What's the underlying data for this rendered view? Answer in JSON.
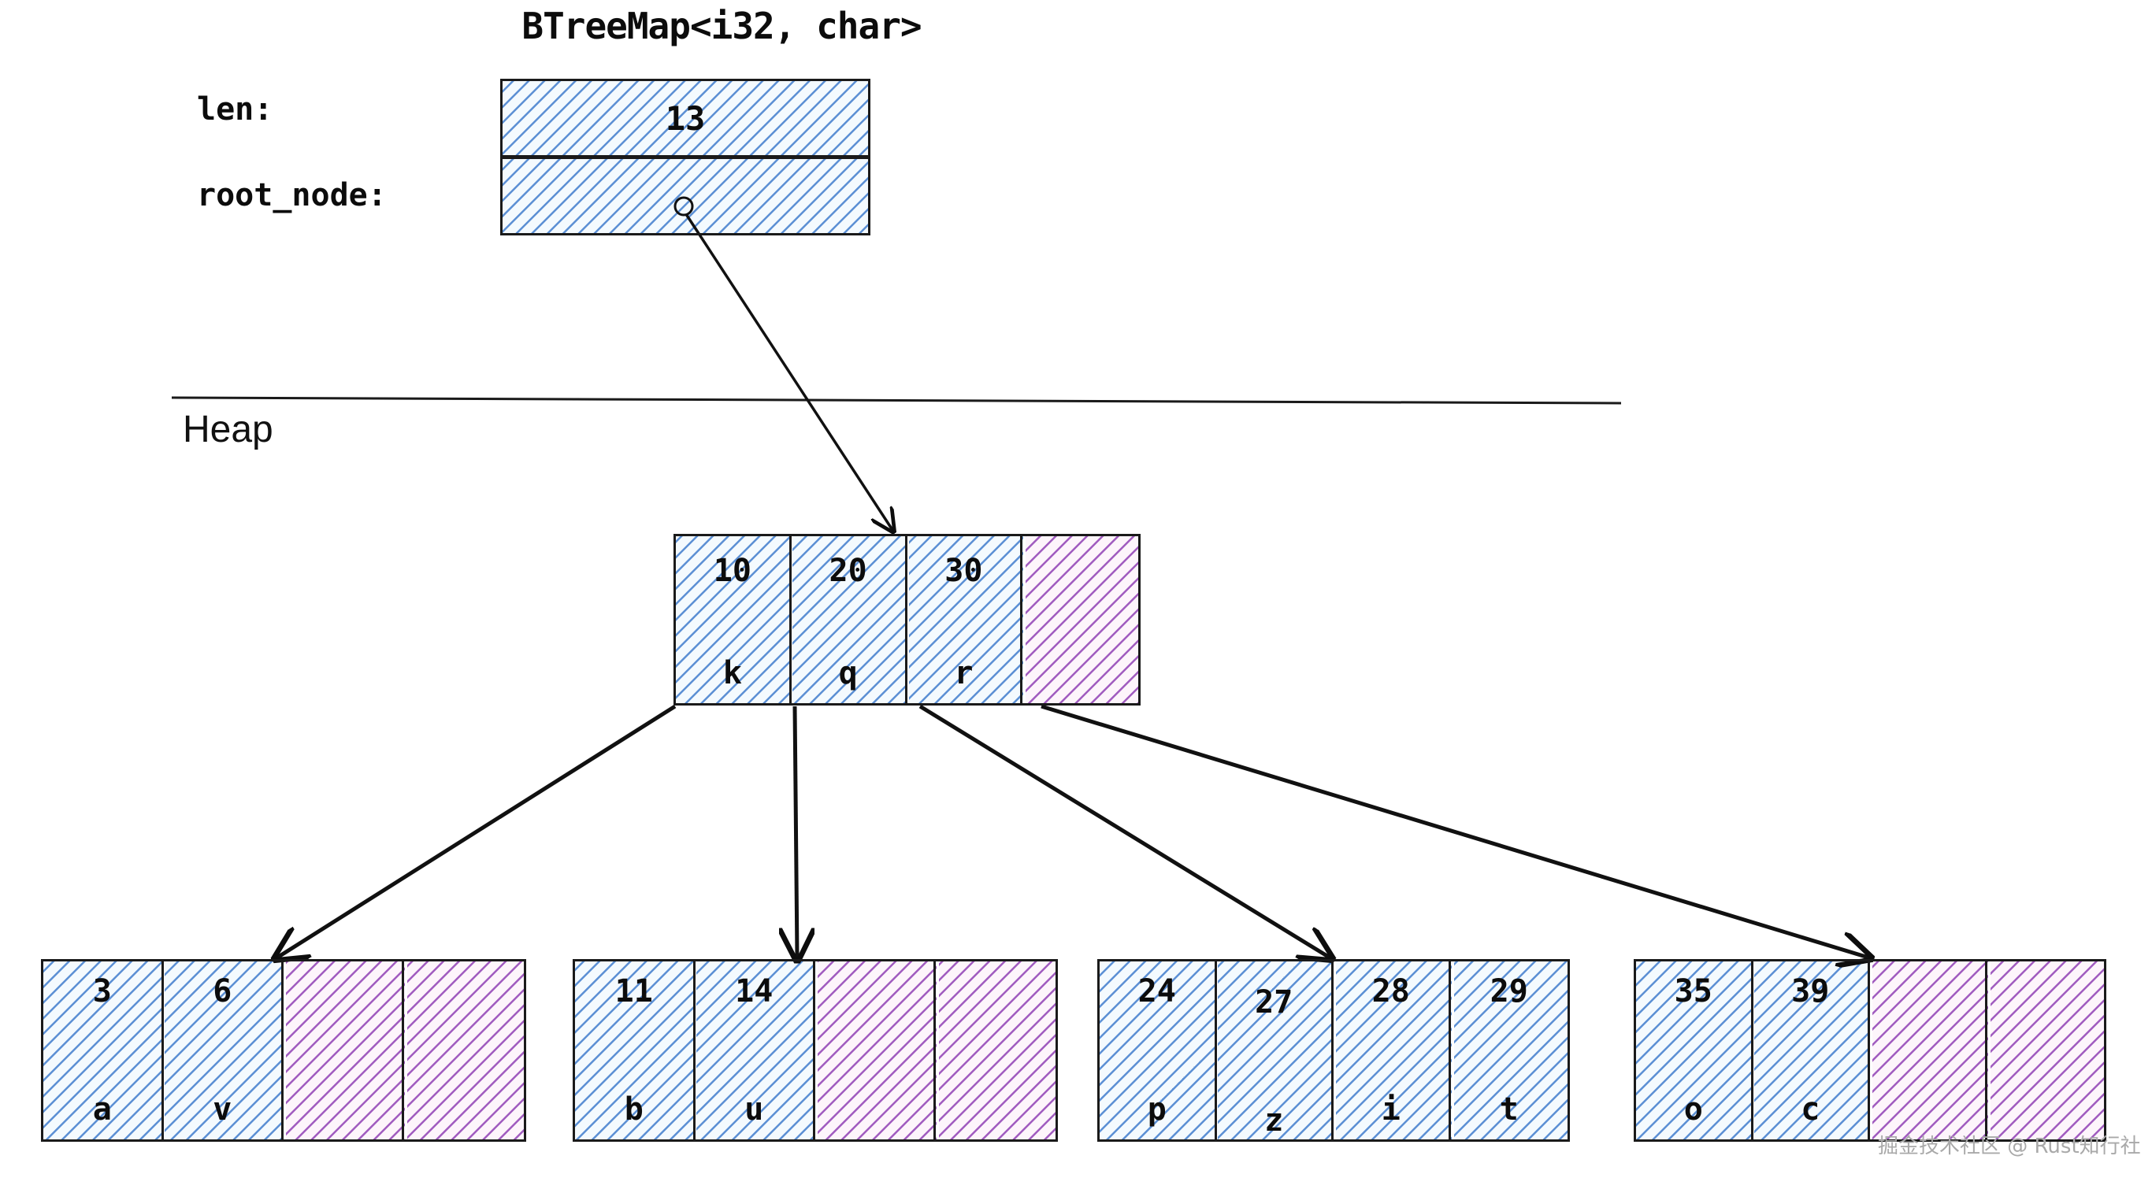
{
  "title": "BTreeMap<i32, char>",
  "stack": {
    "fields": [
      {
        "label": "len:",
        "value": "13"
      },
      {
        "label": "root_node:",
        "value": ""
      }
    ]
  },
  "heap": {
    "label": "Heap"
  },
  "root_node": {
    "cells": [
      {
        "key": "10",
        "value": "k",
        "state": "filled"
      },
      {
        "key": "20",
        "value": "q",
        "state": "filled"
      },
      {
        "key": "30",
        "value": "r",
        "state": "filled"
      },
      {
        "key": "",
        "value": "",
        "state": "empty"
      }
    ]
  },
  "leaves": [
    {
      "name": "leaf-0",
      "cells": [
        {
          "key": "3",
          "value": "a",
          "state": "filled"
        },
        {
          "key": "6",
          "value": "v",
          "state": "filled"
        },
        {
          "key": "",
          "value": "",
          "state": "empty"
        },
        {
          "key": "",
          "value": "",
          "state": "empty"
        }
      ]
    },
    {
      "name": "leaf-1",
      "cells": [
        {
          "key": "11",
          "value": "b",
          "state": "filled"
        },
        {
          "key": "14",
          "value": "u",
          "state": "filled"
        },
        {
          "key": "",
          "value": "",
          "state": "empty"
        },
        {
          "key": "",
          "value": "",
          "state": "empty"
        }
      ]
    },
    {
      "name": "leaf-2",
      "cells": [
        {
          "key": "24",
          "value": "p",
          "state": "filled"
        },
        {
          "key": "27",
          "value": "z",
          "state": "filled"
        },
        {
          "key": "28",
          "value": "i",
          "state": "filled"
        },
        {
          "key": "29",
          "value": "t",
          "state": "filled"
        }
      ]
    },
    {
      "name": "leaf-3",
      "cells": [
        {
          "key": "35",
          "value": "o",
          "state": "filled"
        },
        {
          "key": "39",
          "value": "c",
          "state": "filled"
        },
        {
          "key": "",
          "value": "",
          "state": "empty"
        },
        {
          "key": "",
          "value": "",
          "state": "empty"
        }
      ]
    }
  ],
  "watermark": "掘金技术社区 @ Rust知行社",
  "colors": {
    "filled_hatch": "#5b8fd4",
    "filled_bg": "#f2f8fd",
    "empty_hatch": "#a05bbf",
    "empty_bg": "#fdf4fb",
    "stroke": "#1a1a1a",
    "watermark": "#a9a9a9"
  },
  "chart_data": {
    "type": "diagram",
    "structure": "b-tree",
    "len": 13,
    "root": {
      "keys": [
        10,
        20,
        30
      ],
      "values": [
        "k",
        "q",
        "r"
      ],
      "capacity": 4
    },
    "children": [
      {
        "keys": [
          3,
          6
        ],
        "values": [
          "a",
          "v"
        ],
        "capacity": 4
      },
      {
        "keys": [
          11,
          14
        ],
        "values": [
          "b",
          "u"
        ],
        "capacity": 4
      },
      {
        "keys": [
          24,
          27,
          28,
          29
        ],
        "values": [
          "p",
          "z",
          "i",
          "t"
        ],
        "capacity": 4
      },
      {
        "keys": [
          35,
          39
        ],
        "values": [
          "o",
          "c"
        ],
        "capacity": 4
      }
    ]
  }
}
